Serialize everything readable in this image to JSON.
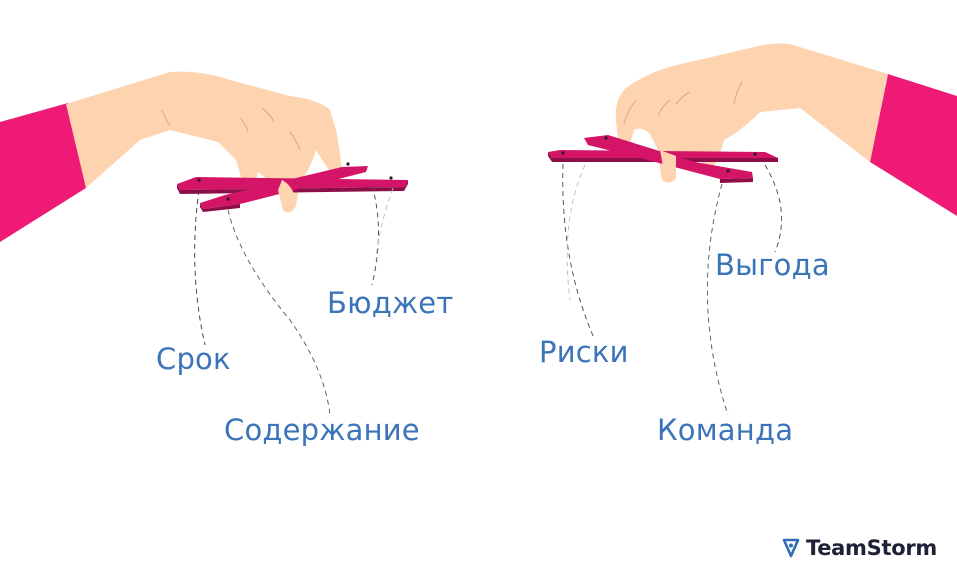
{
  "labels": {
    "left": {
      "srok": "Срок",
      "byudzhet": "Бюджет",
      "soderzhanie": "Содержание"
    },
    "right": {
      "riski": "Риски",
      "vygoda": "Выгода",
      "komanda": "Команда"
    }
  },
  "logo": {
    "text": "TeamStorm",
    "icon": "map-pin-icon"
  },
  "colors": {
    "label": "#3b74b9",
    "sleeve": "#ee1a75",
    "skin": "#fdd3b0",
    "crossbar": "#d41467",
    "crossbar_side": "#8e0f47",
    "logo_text": "#1e2237",
    "logo_icon": "#2f6fb6"
  }
}
